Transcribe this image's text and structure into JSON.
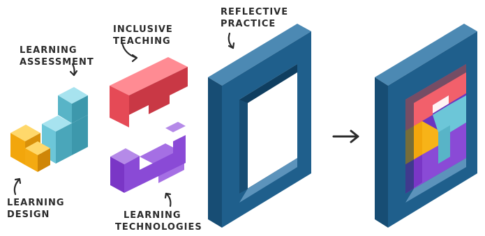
{
  "labels": {
    "learning_assessment": [
      "LEARNING",
      "ASSESSMENT"
    ],
    "inclusive_teaching": [
      "INCLUSIVE",
      "TEACHING"
    ],
    "reflective_practice": [
      "REFLECTIVE",
      "PRACTICE"
    ],
    "learning_design": [
      "LEARNING",
      "DESIGN"
    ],
    "learning_technologies": [
      "LEARNING",
      "TECHNOLOGIES"
    ]
  },
  "colors": {
    "red": "#f2606b",
    "purple": "#8a4ad6",
    "teal": "#6cc6d8",
    "yellow": "#f7b318",
    "frame": "#1d5a85",
    "ink": "#2b2b2b"
  }
}
